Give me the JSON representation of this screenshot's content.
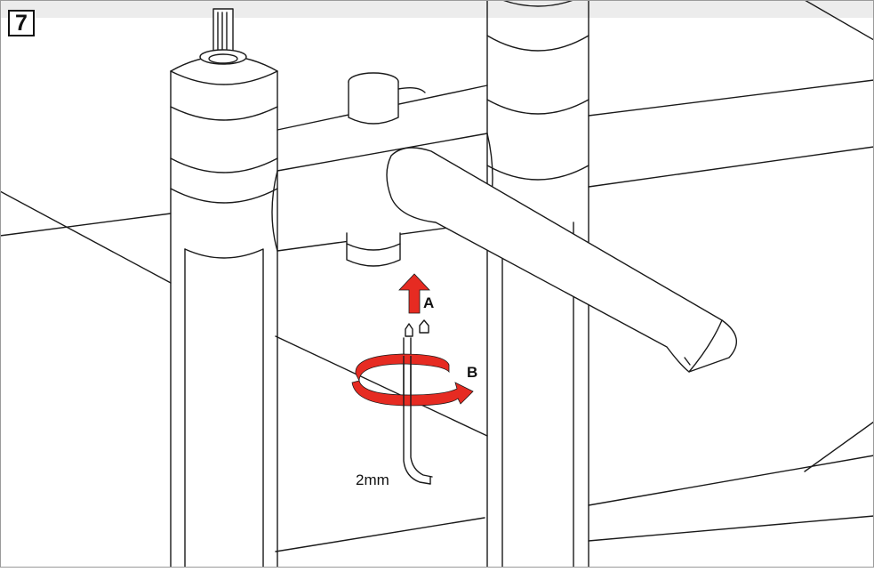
{
  "step": {
    "number": "7"
  },
  "labels": {
    "arrow_a": "A",
    "arrow_b": "B",
    "hex_key_size": "2mm"
  },
  "colors": {
    "arrow_red": "#e62b22",
    "line": "#1a1a1a",
    "top_band": "#ececec"
  },
  "icons": {
    "lift_arrow": "up-arrow-icon",
    "rotate_arrow": "circular-arrow-icon",
    "tool": "hex-key-icon"
  }
}
